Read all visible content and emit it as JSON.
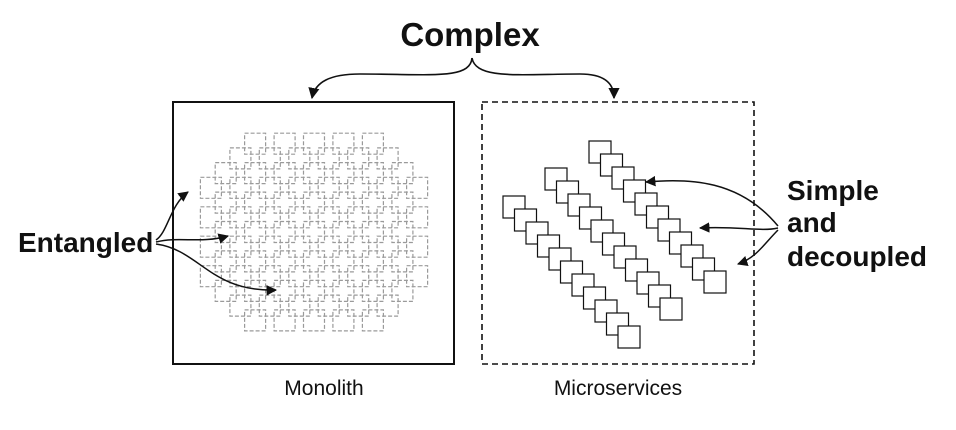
{
  "diagram": {
    "title": "Complex",
    "left_side_label": "Entangled",
    "right_side_label": [
      "Simple",
      "and",
      "decoupled"
    ],
    "panels": {
      "monolith": {
        "caption": "Monolith"
      },
      "microservices": {
        "caption": "Microservices"
      }
    },
    "colors": {
      "ink": "#111111",
      "entangled_boxes": "#9a9a9a",
      "background": "#ffffff"
    }
  }
}
